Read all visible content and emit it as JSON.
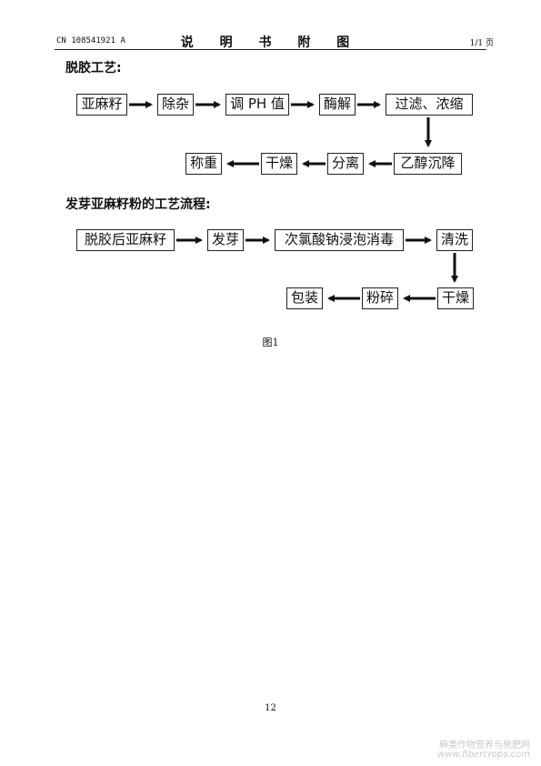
{
  "header": {
    "doc_number": "CN 108541921 A",
    "title": "说 明 书 附 图",
    "page_of": "1/1 页"
  },
  "section1": {
    "title": "脱胶工艺:",
    "steps": [
      "亚麻籽",
      "除杂",
      "调 PH 值",
      "酶解",
      "过滤、浓缩",
      "乙醇沉降",
      "分离",
      "干燥",
      "称重"
    ]
  },
  "section2": {
    "title": "发芽亚麻籽粉的工艺流程:",
    "steps": [
      "脱胶后亚麻籽",
      "发芽",
      "次氯酸钠浸泡消毒",
      "清洗",
      "干燥",
      "粉碎",
      "包装"
    ]
  },
  "figure_label": "图1",
  "page_number": "12",
  "watermark": {
    "text": "麻类作物营养与施肥网",
    "url": "www.fibercrops.com"
  }
}
